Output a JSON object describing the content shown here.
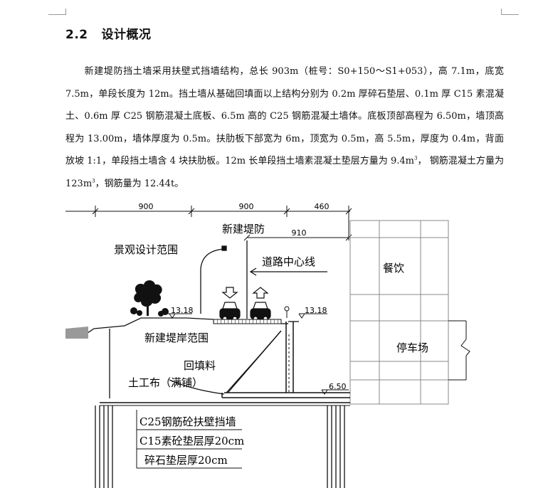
{
  "section": {
    "number": "2.2",
    "title": "设计概况"
  },
  "paragraph": {
    "p1": "新建堤防挡土墙采用扶壁式挡墙结构，总长 903m（桩号：S0+150～S1+053），高 7.1m，底宽 7.5m，单段长度为 12m。挡土墙从基础回填面以上结构分别为 0.2m 厚碎石垫层、0.1m 厚 C15 素混凝土、0.6m 厚 C25 钢筋混凝土底板、6.5m 高的 C25 钢筋混凝土墙体。底板顶部高程为 6.50m，墙顶高程为 13.00m，墙体厚度为 0.5m。扶肋板下部宽为 6m，顶宽为 0.5m，高 5.5m，厚度为 0.4m，背面放坡 1:1，单段挡土墙含 4 块扶肋板。12m 长单段挡土墙素混凝土垫层方量为 9.4m",
    "sup1": "3",
    "p2": "， 钢筋混凝土方量为 123m",
    "sup2": "3",
    "p3": "，钢筋量为 12.44t。"
  },
  "diagram": {
    "dim_900_left": "900",
    "dim_900_mid": "900",
    "dim_460": "460",
    "dim_910": "910",
    "label_new_dike": "新建堤防",
    "label_landscape": "景观设计范围",
    "label_road_center": "道路中心线",
    "label_dining": "餐饮",
    "label_parking": "停车场",
    "elev_left": "13.18",
    "elev_right": "13.18",
    "label_dike_range": "新建堤岸范围",
    "label_backfill": "回填料",
    "label_geotextile": "土工布（满铺）",
    "elev_base": "6.50",
    "label_c25": "C25钢筋砼扶壁挡墙",
    "label_c15": "C15素砼垫层厚20cm",
    "label_gravel": "碎石垫层厚20cm"
  }
}
